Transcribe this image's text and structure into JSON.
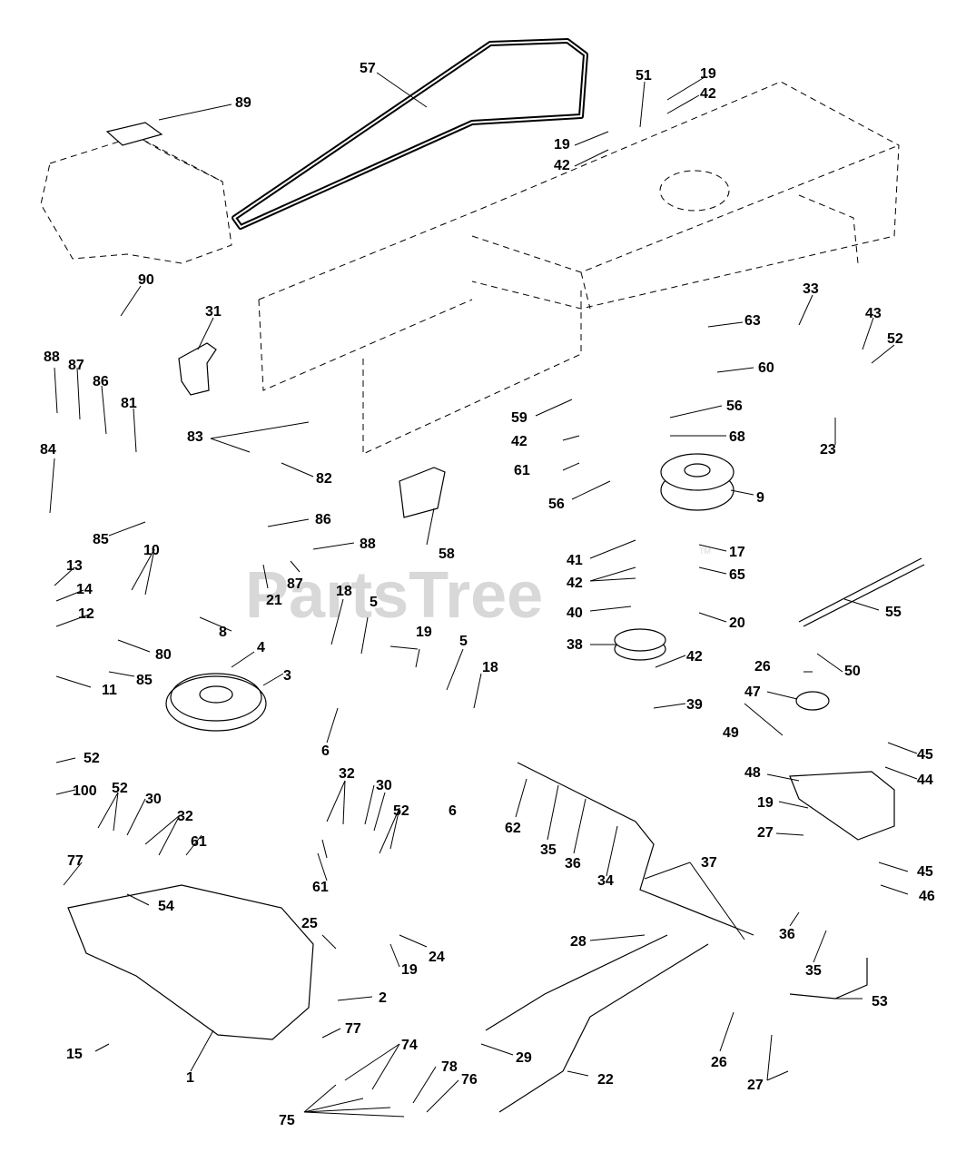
{
  "watermark": {
    "brand": "PartsTree",
    "tm": "TM"
  },
  "callouts": [
    "89",
    "57",
    "51",
    "19",
    "42",
    "19",
    "42",
    "90",
    "31",
    "63",
    "60",
    "33",
    "43",
    "52",
    "59",
    "88",
    "87",
    "86",
    "81",
    "56",
    "42",
    "68",
    "23",
    "83",
    "82",
    "61",
    "9",
    "84",
    "56",
    "58",
    "86",
    "85",
    "88",
    "10",
    "41",
    "17",
    "13",
    "87",
    "21",
    "65",
    "14",
    "18",
    "5",
    "42",
    "12",
    "40",
    "20",
    "55",
    "8",
    "80",
    "4",
    "19",
    "5",
    "18",
    "38",
    "42",
    "85",
    "11",
    "3",
    "39",
    "26",
    "50",
    "6",
    "47",
    "45",
    "52",
    "49",
    "100",
    "32",
    "30",
    "62",
    "44",
    "48",
    "52",
    "30",
    "61",
    "32",
    "6",
    "35",
    "36",
    "37",
    "19",
    "52",
    "27",
    "61",
    "34",
    "77",
    "54",
    "36",
    "35",
    "25",
    "24",
    "45",
    "46",
    "28",
    "19",
    "53",
    "2",
    "77",
    "74",
    "78",
    "29",
    "26",
    "22",
    "15",
    "1",
    "76",
    "27",
    "75"
  ]
}
